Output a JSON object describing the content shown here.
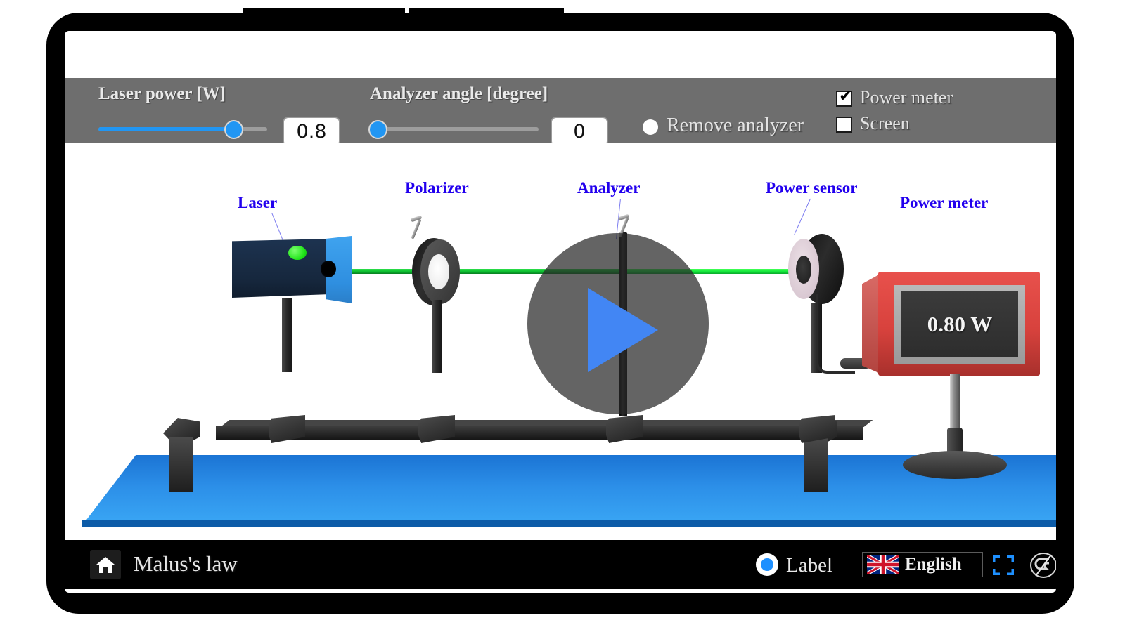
{
  "app": {
    "title": "Malus's law"
  },
  "controls": {
    "laser_power": {
      "label": "Laser power [W]",
      "value": "0.8",
      "slider_percent": 80
    },
    "analyzer_angle": {
      "label": "Analyzer angle [degree]",
      "value": "0",
      "slider_percent": 0
    },
    "remove_analyzer": {
      "label": "Remove analyzer",
      "checked": false
    },
    "power_meter_checkbox": {
      "label": "Power meter",
      "checked": true,
      "mark": "✔"
    },
    "screen_checkbox": {
      "label": "Screen",
      "checked": false,
      "mark": ""
    }
  },
  "scene": {
    "labels": {
      "laser": "Laser",
      "polarizer": "Polarizer",
      "analyzer": "Analyzer",
      "power_sensor": "Power sensor",
      "power_meter": "Power meter"
    },
    "power_meter_reading": "0.80 W",
    "label_color": "#2200ee",
    "beam_color": "#12e63a",
    "play_button": "play-icon"
  },
  "bottom_bar": {
    "home_icon": "home-icon",
    "title": "Malus's law",
    "label_toggle": {
      "label": "Label",
      "on": true
    },
    "language": {
      "value": "English",
      "flag": "uk-flag-icon"
    },
    "fullscreen_icon": "fullscreen-icon",
    "brand_icon": "brand-logo-icon"
  }
}
